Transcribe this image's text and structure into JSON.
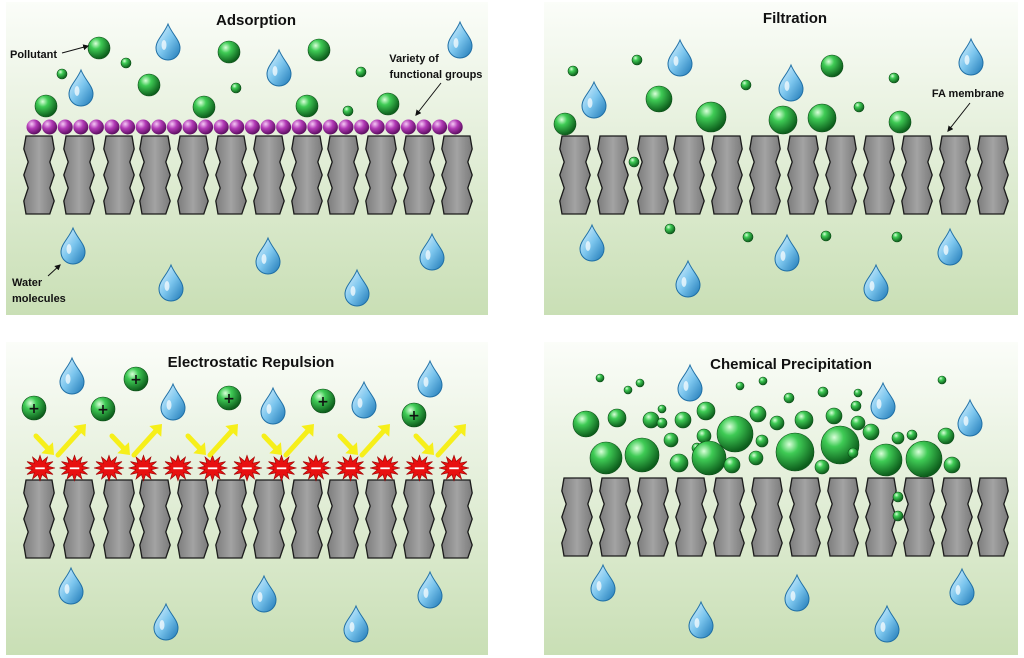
{
  "panels": {
    "adsorption": {
      "title": "Adsorption",
      "label_pollutant": "Pollutant",
      "label_groups_line1": "Variety of",
      "label_groups_line2": "functional groups",
      "label_water_line1": "Water",
      "label_water_line2": "molecules"
    },
    "filtration": {
      "title": "Filtration",
      "label_membrane": "FA membrane"
    },
    "electrostatic": {
      "title": "Electrostatic Repulsion",
      "cation_sign": "+",
      "surface_sign": "−"
    },
    "precipitation": {
      "title": "Chemical Precipitation"
    }
  },
  "colors": {
    "background_top": "#ffffff",
    "background_bottom": "#cfe3bd",
    "pore": "#8f8f8f",
    "pollutant": "#1e9c35",
    "functional_group": "#a12aa6",
    "water_drop": "#4aa8d8",
    "repulsion_arrow": "#f6ef1a",
    "negative_charge": "#e81010"
  },
  "icons": [
    "water-drop-icon",
    "pollutant-sphere-icon",
    "arrow-icon"
  ]
}
